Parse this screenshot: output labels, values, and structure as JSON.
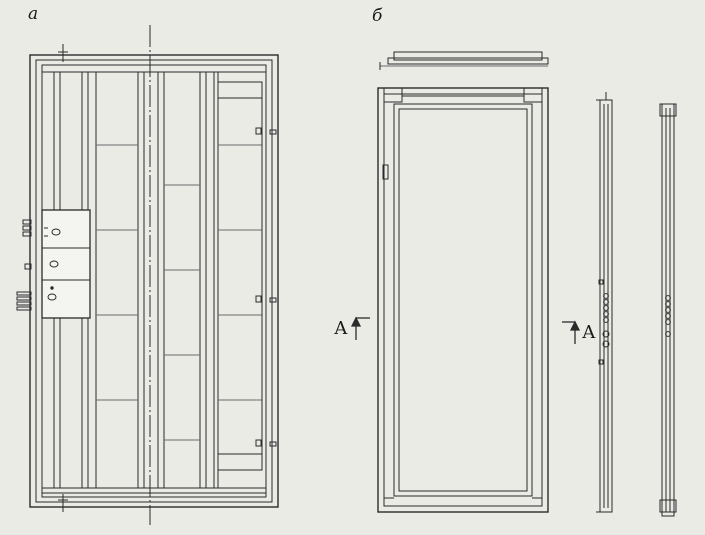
{
  "figure": {
    "panel_a_label": "а",
    "panel_b_label": "б",
    "section_mark_left": "А",
    "section_mark_right": "А"
  },
  "colors": {
    "background": "#ebebe6",
    "line": "#2a2a2a",
    "light_line": "#6a6a6a"
  }
}
